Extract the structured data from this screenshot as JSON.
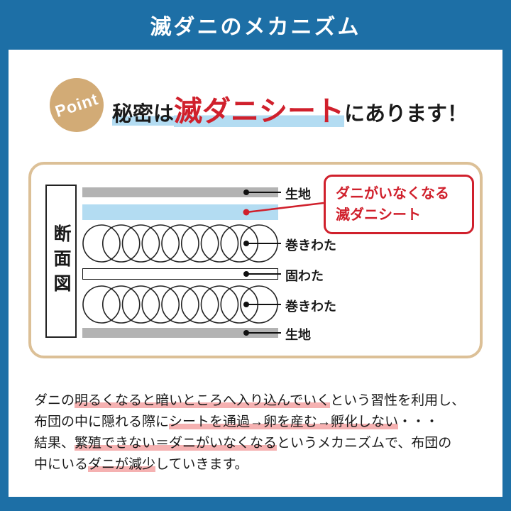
{
  "header": {
    "title": "滅ダニのメカニズム"
  },
  "point": {
    "badge_label": "Point",
    "heading_prefix": "秘密は",
    "heading_keyword": "滅ダニシート",
    "heading_suffix": "にあります！"
  },
  "diagram": {
    "section_label": "断面図",
    "labels": {
      "fabric_top": "生地",
      "wrapped_cotton_top": "巻きわた",
      "hard_cotton": "固わた",
      "wrapped_cotton_bottom": "巻きわた",
      "fabric_bottom": "生地"
    },
    "callout": {
      "line1": "ダニがいなくなる",
      "line2": "滅ダニシート"
    }
  },
  "description": {
    "line1": {
      "pre": "ダニの",
      "hl": "明るくなると暗いところへ入り込んでいく",
      "post": "という習性を利用し、"
    },
    "line2": {
      "pre": "布団の中に隠れる際に",
      "hl": "シートを通過→卵を産む→孵化しない",
      "post": "・・・"
    },
    "line3": {
      "pre": "結果、",
      "hl": "繁殖できない＝ダニがいなくなる",
      "post": "というメカニズムで、布団の"
    },
    "line4": {
      "pre": "中にいる",
      "hl": "ダニが減少",
      "post": "していきます。"
    }
  },
  "colors": {
    "header_bg": "#1d6fa6",
    "accent_tan": "#d2ab76",
    "box_border": "#dcc097",
    "highlight_blue": "#b3dcf2",
    "accent_red": "#d0202c",
    "gray_bar": "#b3b3b3",
    "highlight_pink": "#f5b1b1"
  }
}
